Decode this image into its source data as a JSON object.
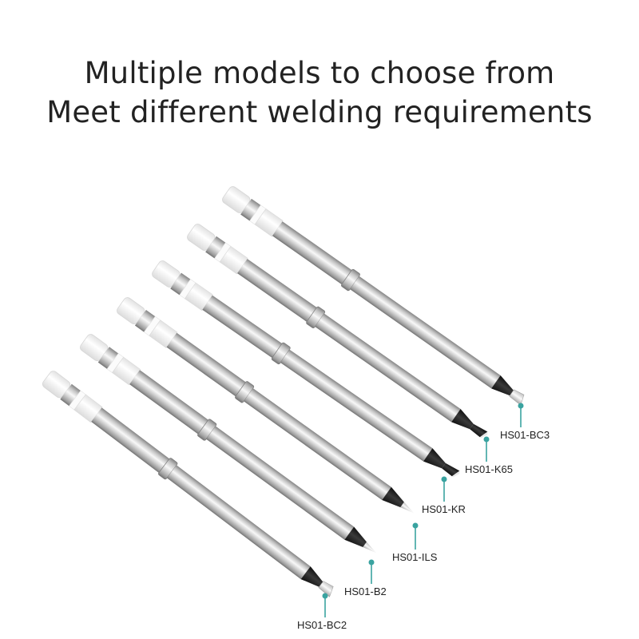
{
  "headline": {
    "line1": "Multiple models to choose from",
    "line2": "Meet different welding requirements"
  },
  "colors": {
    "marker": "#3aa3a0",
    "steel_light": "#f2f2f2",
    "steel_dark": "#8a8a8a",
    "tip_black": "#1c1c1c",
    "ceramic": "#f6f6f6"
  },
  "tips": [
    {
      "model": "HS01-BC3",
      "tip_shape": "bevel"
    },
    {
      "model": "HS01-K65",
      "tip_shape": "knife"
    },
    {
      "model": "HS01-KR",
      "tip_shape": "knife"
    },
    {
      "model": "HS01-ILS",
      "tip_shape": "conical"
    },
    {
      "model": "HS01-B2",
      "tip_shape": "conical"
    },
    {
      "model": "HS01-BC2",
      "tip_shape": "bevel"
    }
  ]
}
